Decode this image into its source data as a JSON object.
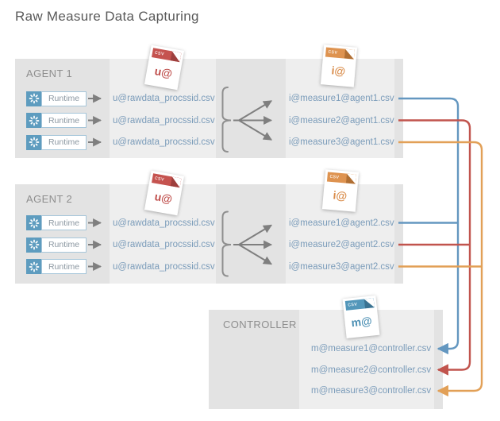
{
  "title": "Raw Measure Data Capturing",
  "colors": {
    "measure1_line": "#6497c0",
    "measure2_line": "#c1544d",
    "measure3_line": "#e2a057",
    "u_file_accent": "#c0504d",
    "i_file_accent": "#d98c4a",
    "m_file_accent": "#4d90b4",
    "file_text": "#7b9cba",
    "runtime_icon_bg": "#5e9cbf",
    "box_dark": "#e3e3e3",
    "box_light": "#eeeeee"
  },
  "agents": [
    {
      "label": "AGENT 1",
      "runtime_label": "Runtime",
      "u_icon": {
        "badge": "csv",
        "label": "u@"
      },
      "i_icon": {
        "badge": "csv",
        "label": "i@"
      },
      "raw_files": [
        "u@rawdata_procssid.csv",
        "u@rawdata_procssid.csv",
        "u@rawdata_procssid.csv"
      ],
      "measure_files": [
        "i@measure1@agent1.csv",
        "i@measure2@agent1.csv",
        "i@measure3@agent1.csv"
      ]
    },
    {
      "label": "AGENT 2",
      "runtime_label": "Runtime",
      "u_icon": {
        "badge": "csv",
        "label": "u@"
      },
      "i_icon": {
        "badge": "csv",
        "label": "i@"
      },
      "raw_files": [
        "u@rawdata_procssid.csv",
        "u@rawdata_procssid.csv",
        "u@rawdata_procssid.csv"
      ],
      "measure_files": [
        "i@measure1@agent2.csv",
        "i@measure2@agent2.csv",
        "i@measure3@agent2.csv"
      ]
    }
  ],
  "controller": {
    "label": "CONTROLLER",
    "m_icon": {
      "badge": "csv",
      "label": "m@"
    },
    "files": [
      "m@measure1@controller.csv",
      "m@measure2@controller.csv",
      "m@measure3@controller.csv"
    ]
  }
}
